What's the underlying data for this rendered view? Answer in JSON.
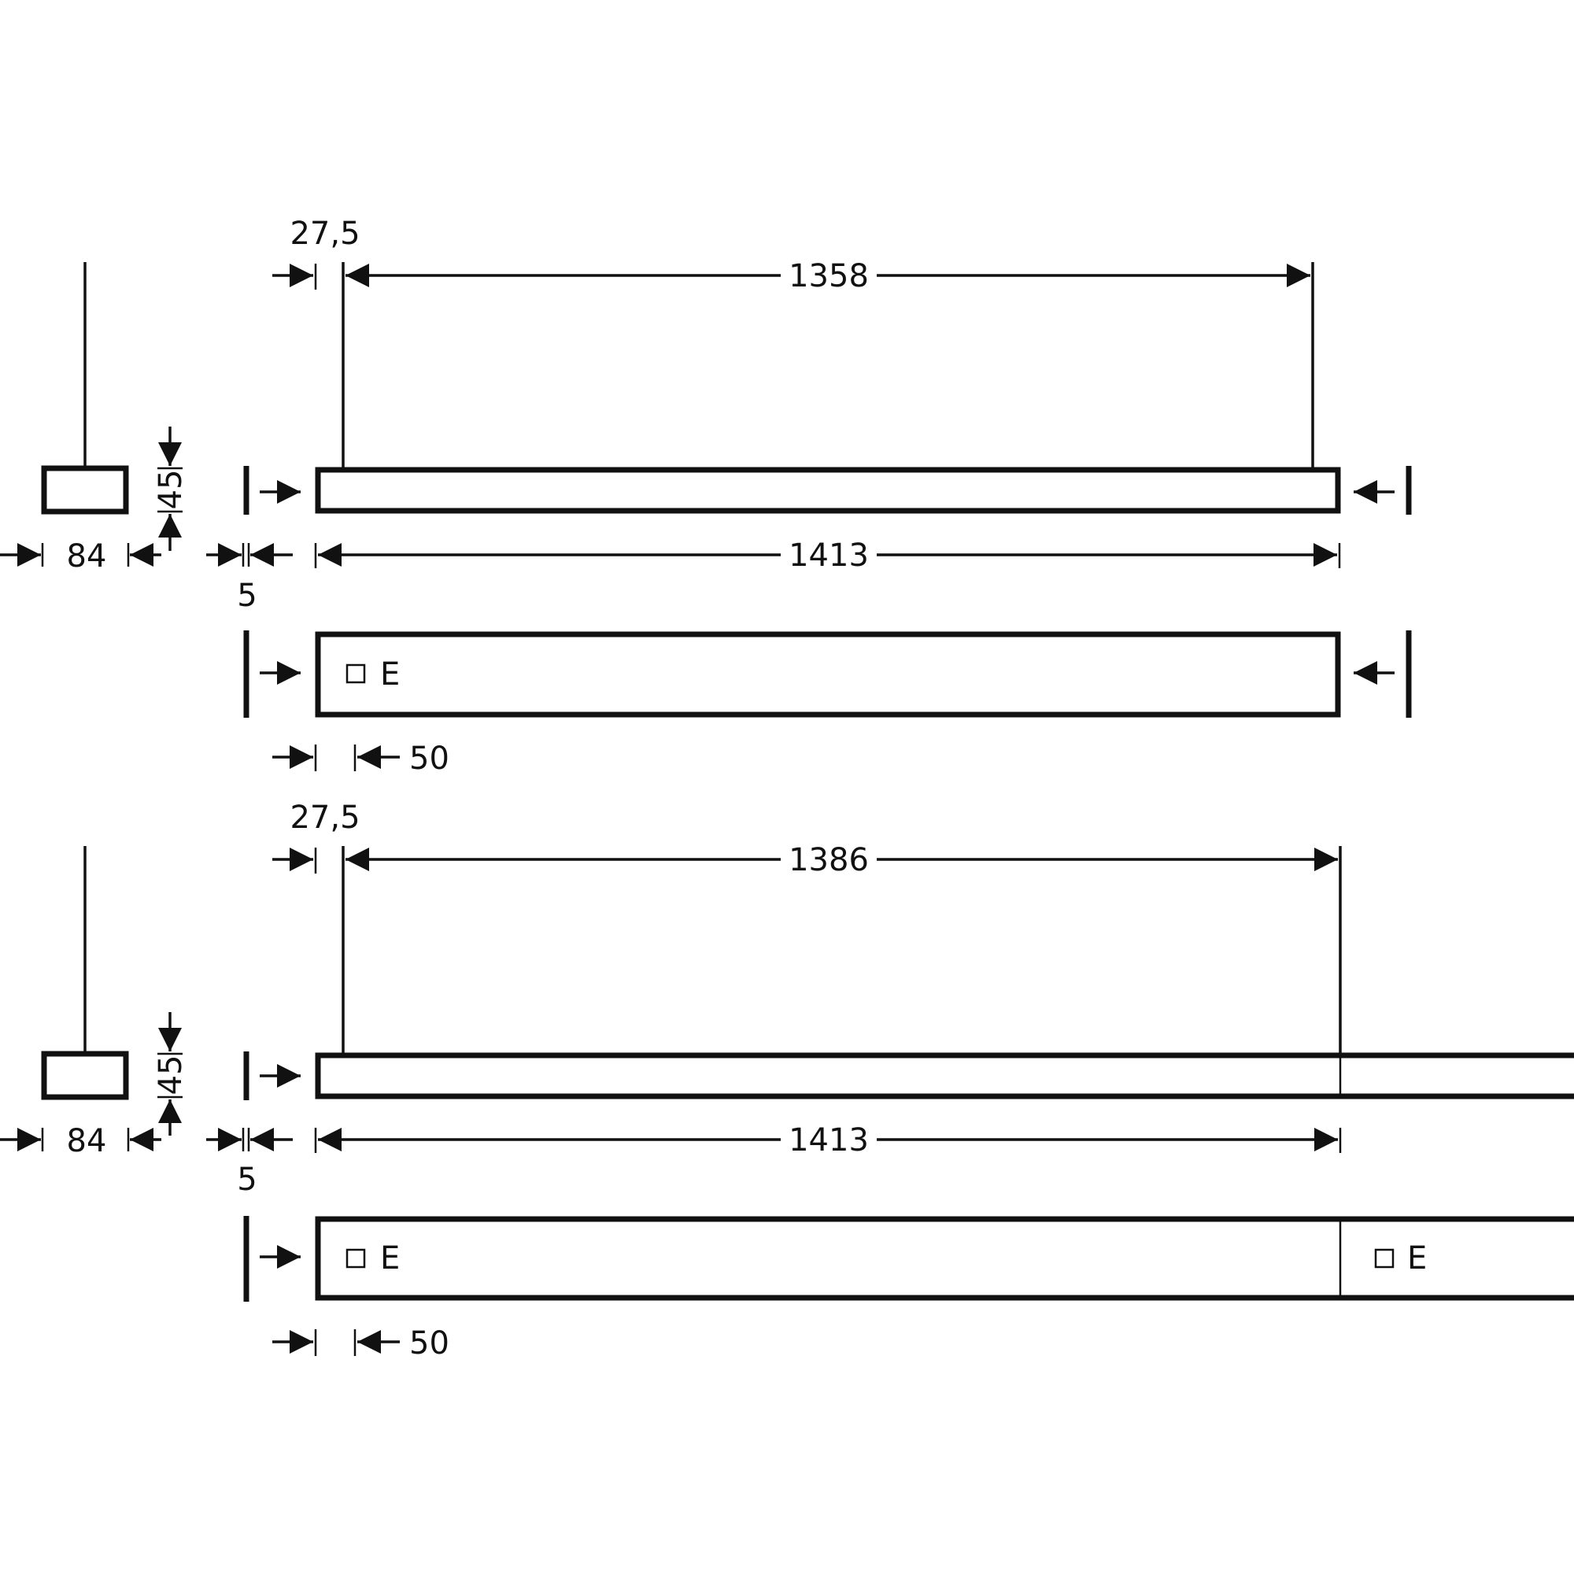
{
  "colors": {
    "line": "#111111",
    "background": "#ffffff"
  },
  "views": [
    {
      "top_gap": "27,5",
      "suspension_span": "1358",
      "section_height": "45",
      "section_width": "84",
      "end_gap": "5",
      "overall_length": "1413",
      "marker_offset": "50",
      "marker_label": "E",
      "continues_right": false
    },
    {
      "top_gap": "27,5",
      "suspension_span": "1386",
      "section_height": "45",
      "section_width": "84",
      "end_gap": "5",
      "overall_length": "1413",
      "marker_offset": "50",
      "marker_label": "E",
      "second_marker_label": "E",
      "continues_right": true
    }
  ]
}
